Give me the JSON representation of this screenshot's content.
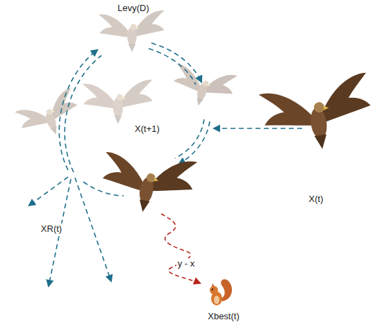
{
  "diagram": {
    "labels": [
      "Levy(D)",
      "X(t+1)",
      "X(t)",
      "XR(t)",
      "y - x",
      "Xbest(t)"
    ]
  }
}
